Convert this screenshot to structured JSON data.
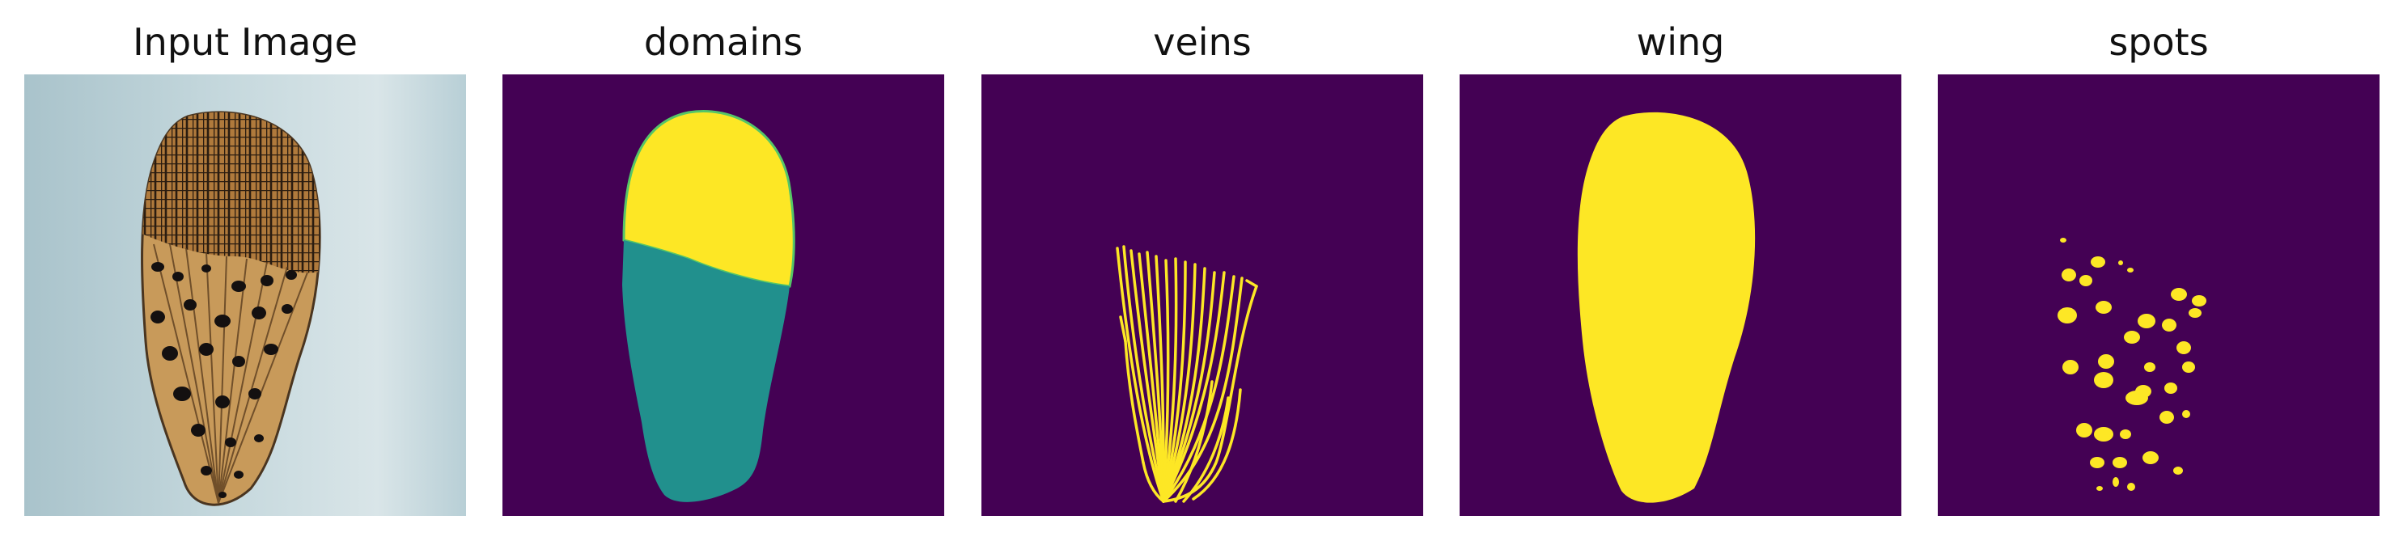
{
  "panels": [
    {
      "id": "input",
      "title": "Input Image",
      "content": "photograph of an insect forewing with a reticulated dark tip and black spots on a tan membrane"
    },
    {
      "id": "domains",
      "title": "domains",
      "content": "segmentation mask: wing split into two domains (yellow tip, teal base) on dark purple background"
    },
    {
      "id": "veins",
      "title": "veins",
      "content": "segmentation mask: branching yellow vein network on dark purple background"
    },
    {
      "id": "wing",
      "title": "wing",
      "content": "segmentation mask: whole wing in yellow on dark purple background"
    },
    {
      "id": "spots",
      "title": "spots",
      "content": "segmentation mask: individual yellow spots on dark purple background"
    }
  ],
  "colors": {
    "mask_background": "#440154",
    "class_yellow": "#fde725",
    "class_teal": "#21908d",
    "photo_background": "#b9d0d7",
    "wing_tan": "#c89a5a",
    "wing_dark": "#3a2a1a",
    "spot_black": "#141010"
  }
}
